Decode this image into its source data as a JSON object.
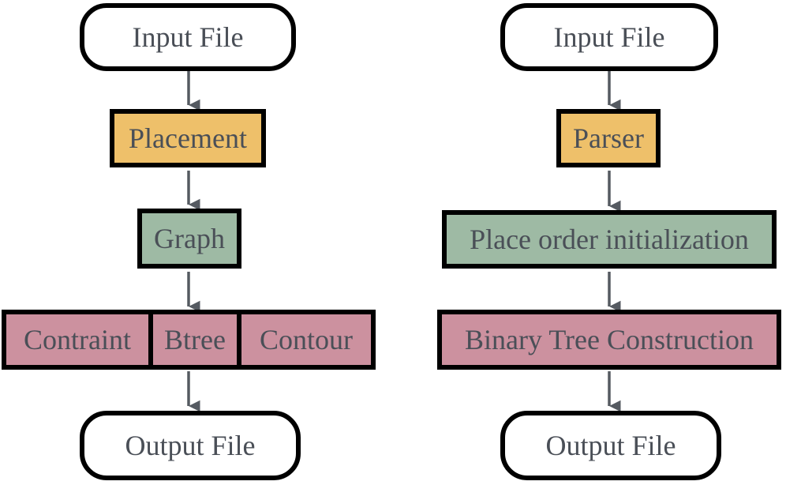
{
  "left": {
    "input": "Input File",
    "step1": "Placement",
    "step2": "Graph",
    "step3": [
      "Contraint",
      "Btree",
      "Contour"
    ],
    "output": "Output File"
  },
  "right": {
    "input": "Input File",
    "step1": "Parser",
    "step2": "Place order initialization",
    "step3": "Binary Tree Construction",
    "output": "Output File"
  },
  "colors": {
    "stage1": "#eec06a",
    "stage2": "#9ebaa4",
    "stage3": "#cc919f",
    "border": "#000000",
    "text": "#4a4f57",
    "arrow": "#555a61"
  }
}
